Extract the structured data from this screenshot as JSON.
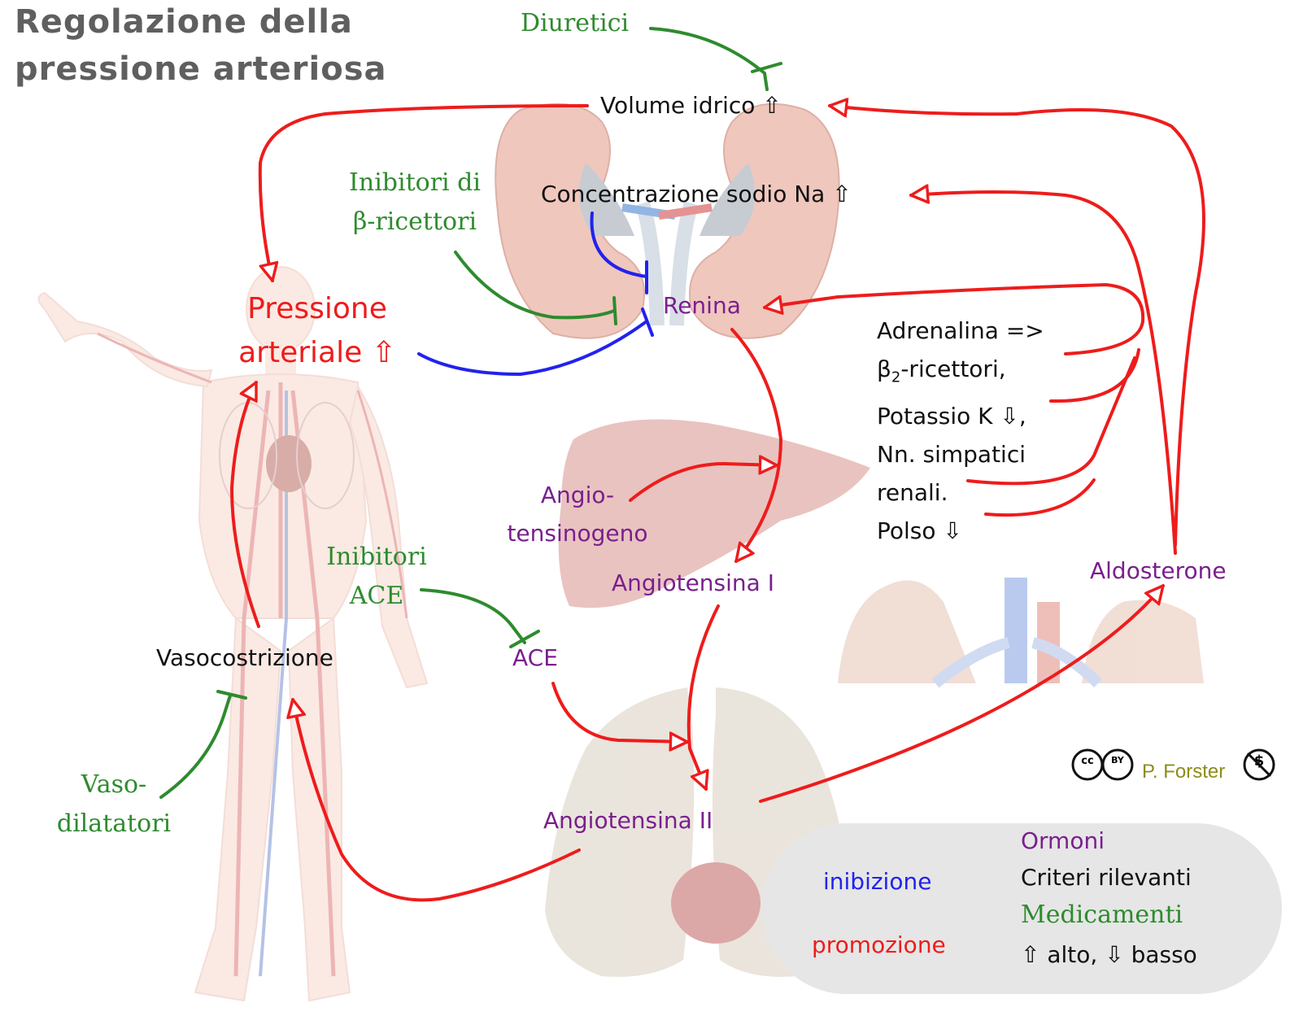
{
  "title_line1": "Regolazione della",
  "title_line2": "pressione arteriosa",
  "labels": {
    "diuretici": "Diuretici",
    "volume": "Volume idrico ⇧",
    "concentrazione": "Concentrazione  sodio Na ⇧",
    "inibitori_beta_1": "Inibitori di",
    "inibitori_beta_2": "β-ricettori",
    "renina": "Renina",
    "pressione_1": "Pressione",
    "pressione_2": "arteriale ⇧",
    "adrenalina": "Adrenalina =>",
    "beta2_pre": "β",
    "beta2_sub": "2",
    "beta2_post": "-ricettori,",
    "potassio": "Potassio K ⇩,",
    "nn_simpatici": "Nn. simpatici",
    "renali": "renali.",
    "polso": "Polso ⇩",
    "angio_1": "Angio-",
    "angio_2": "tensinogeno",
    "angiotensina1": "Angiotensina I",
    "aldosterone": "Aldosterone",
    "inibitori_ace_1": "Inibitori",
    "inibitori_ace_2": "ACE",
    "ace": "ACE",
    "vasocostrizione": "Vasocostrizione",
    "vaso_1": "Vaso-",
    "vaso_2": "dilatatori",
    "angiotensina2": "Angiotensina II",
    "credit": "P. Forster",
    "cc_badge": "cc",
    "by_badge": "BY",
    "nc_badge": "$"
  },
  "legend": {
    "inibizione": "inibizione",
    "promozione": "promozione",
    "ormoni": "Ormoni",
    "criteri": "Criteri rilevanti",
    "medicamenti": "Medicamenti",
    "alto_basso": "⇧ alto, ⇩ basso"
  },
  "colors": {
    "promotion": "#ee1c1c",
    "inhibition": "#2222ee",
    "drug": "#2e8b2e",
    "hormone": "#7a1f8e",
    "criteria": "#111111"
  }
}
